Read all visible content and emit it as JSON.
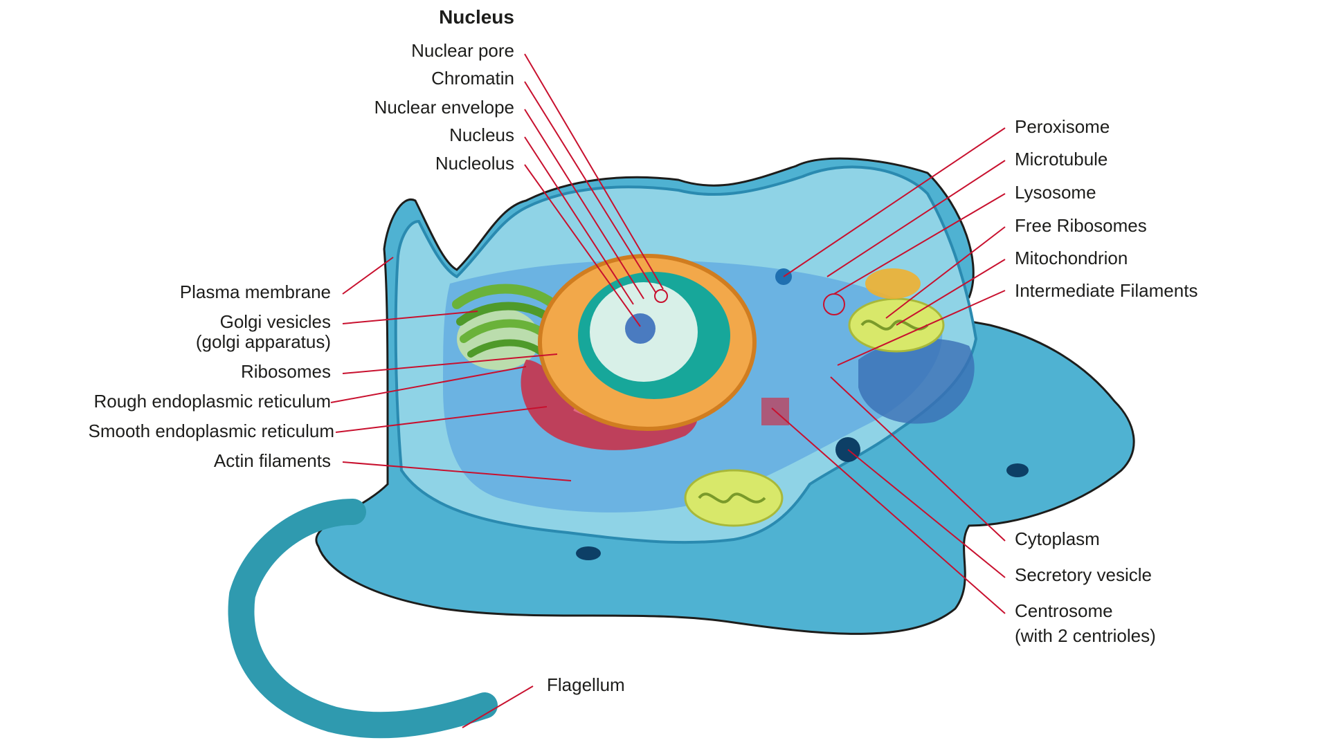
{
  "labels": {
    "nucleus_heading": "Nucleus",
    "nuclear_pore": "Nuclear pore",
    "chromatin": "Chromatin",
    "nuclear_envelope": "Nuclear envelope",
    "nucleus": "Nucleus",
    "nucleolus": "Nucleolus",
    "plasma_membrane": "Plasma membrane",
    "golgi_vesicles": "Golgi vesicles",
    "golgi_apparatus": "(golgi apparatus)",
    "ribosomes": "Ribosomes",
    "rough_er": "Rough endoplasmic reticulum",
    "smooth_er": "Smooth endoplasmic reticulum",
    "actin_filaments": "Actin filaments",
    "flagellum": "Flagellum",
    "peroxisome": "Peroxisome",
    "microtubule": "Microtubule",
    "lysosome": "Lysosome",
    "free_ribosomes": "Free Ribosomes",
    "mitochondrion": "Mitochondrion",
    "intermediate_filaments": "Intermediate Filaments",
    "cytoplasm": "Cytoplasm",
    "secretory_vesicle": "Secretory vesicle",
    "centrosome": "Centrosome",
    "centrosome_note": "(with 2 centrioles)"
  },
  "colors": {
    "leader_line": "#c8102e",
    "outer_cell": "#4fb2d2",
    "inner_cytoplasm": "#8fd3e6",
    "nucleus_envelope": "#f2a84a",
    "nucleoplasm": "#17a79a",
    "golgi": "#6ab23a",
    "rough_er": "#c8334d",
    "mitochondrion": "#d8e86a"
  }
}
